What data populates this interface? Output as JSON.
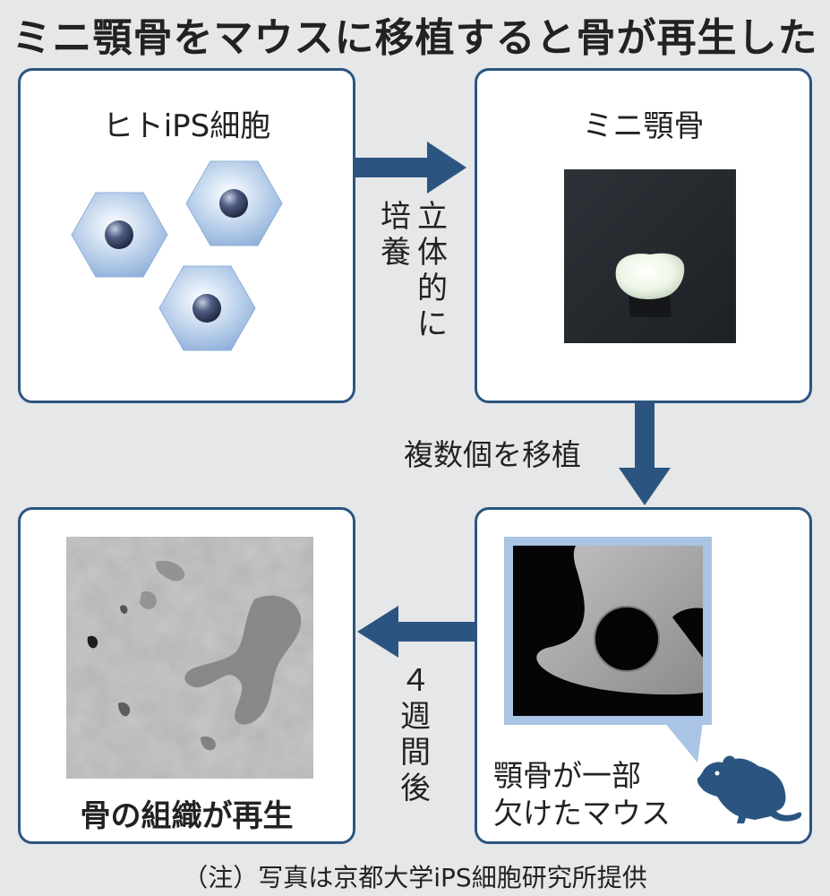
{
  "title": "ミニ顎骨をマウスに移植すると骨が再生した",
  "panels": {
    "cells": {
      "label": "ヒトiPS細胞"
    },
    "mini_jaw": {
      "label": "ミニ顎骨"
    },
    "mouse": {
      "label_line1": "顎骨が一部",
      "label_line2": "欠けたマウス"
    },
    "regen": {
      "label": "骨の組織が再生"
    }
  },
  "arrows": {
    "culture": {
      "col1": [
        "培",
        "養"
      ],
      "col2": [
        "立",
        "体",
        "的",
        "に"
      ]
    },
    "transplant": {
      "label": "複数個を移植"
    },
    "weeks": {
      "chars": [
        "４",
        "週",
        "間",
        "後"
      ]
    }
  },
  "caption": "（注）写真は京都大学iPS細胞研究所提供",
  "colors": {
    "panel_border": "#2b5580",
    "arrow": "#2b5580",
    "background": "#e6e7e9",
    "cell": "#a9c4e4",
    "nucleus": "#3d4a6b"
  }
}
